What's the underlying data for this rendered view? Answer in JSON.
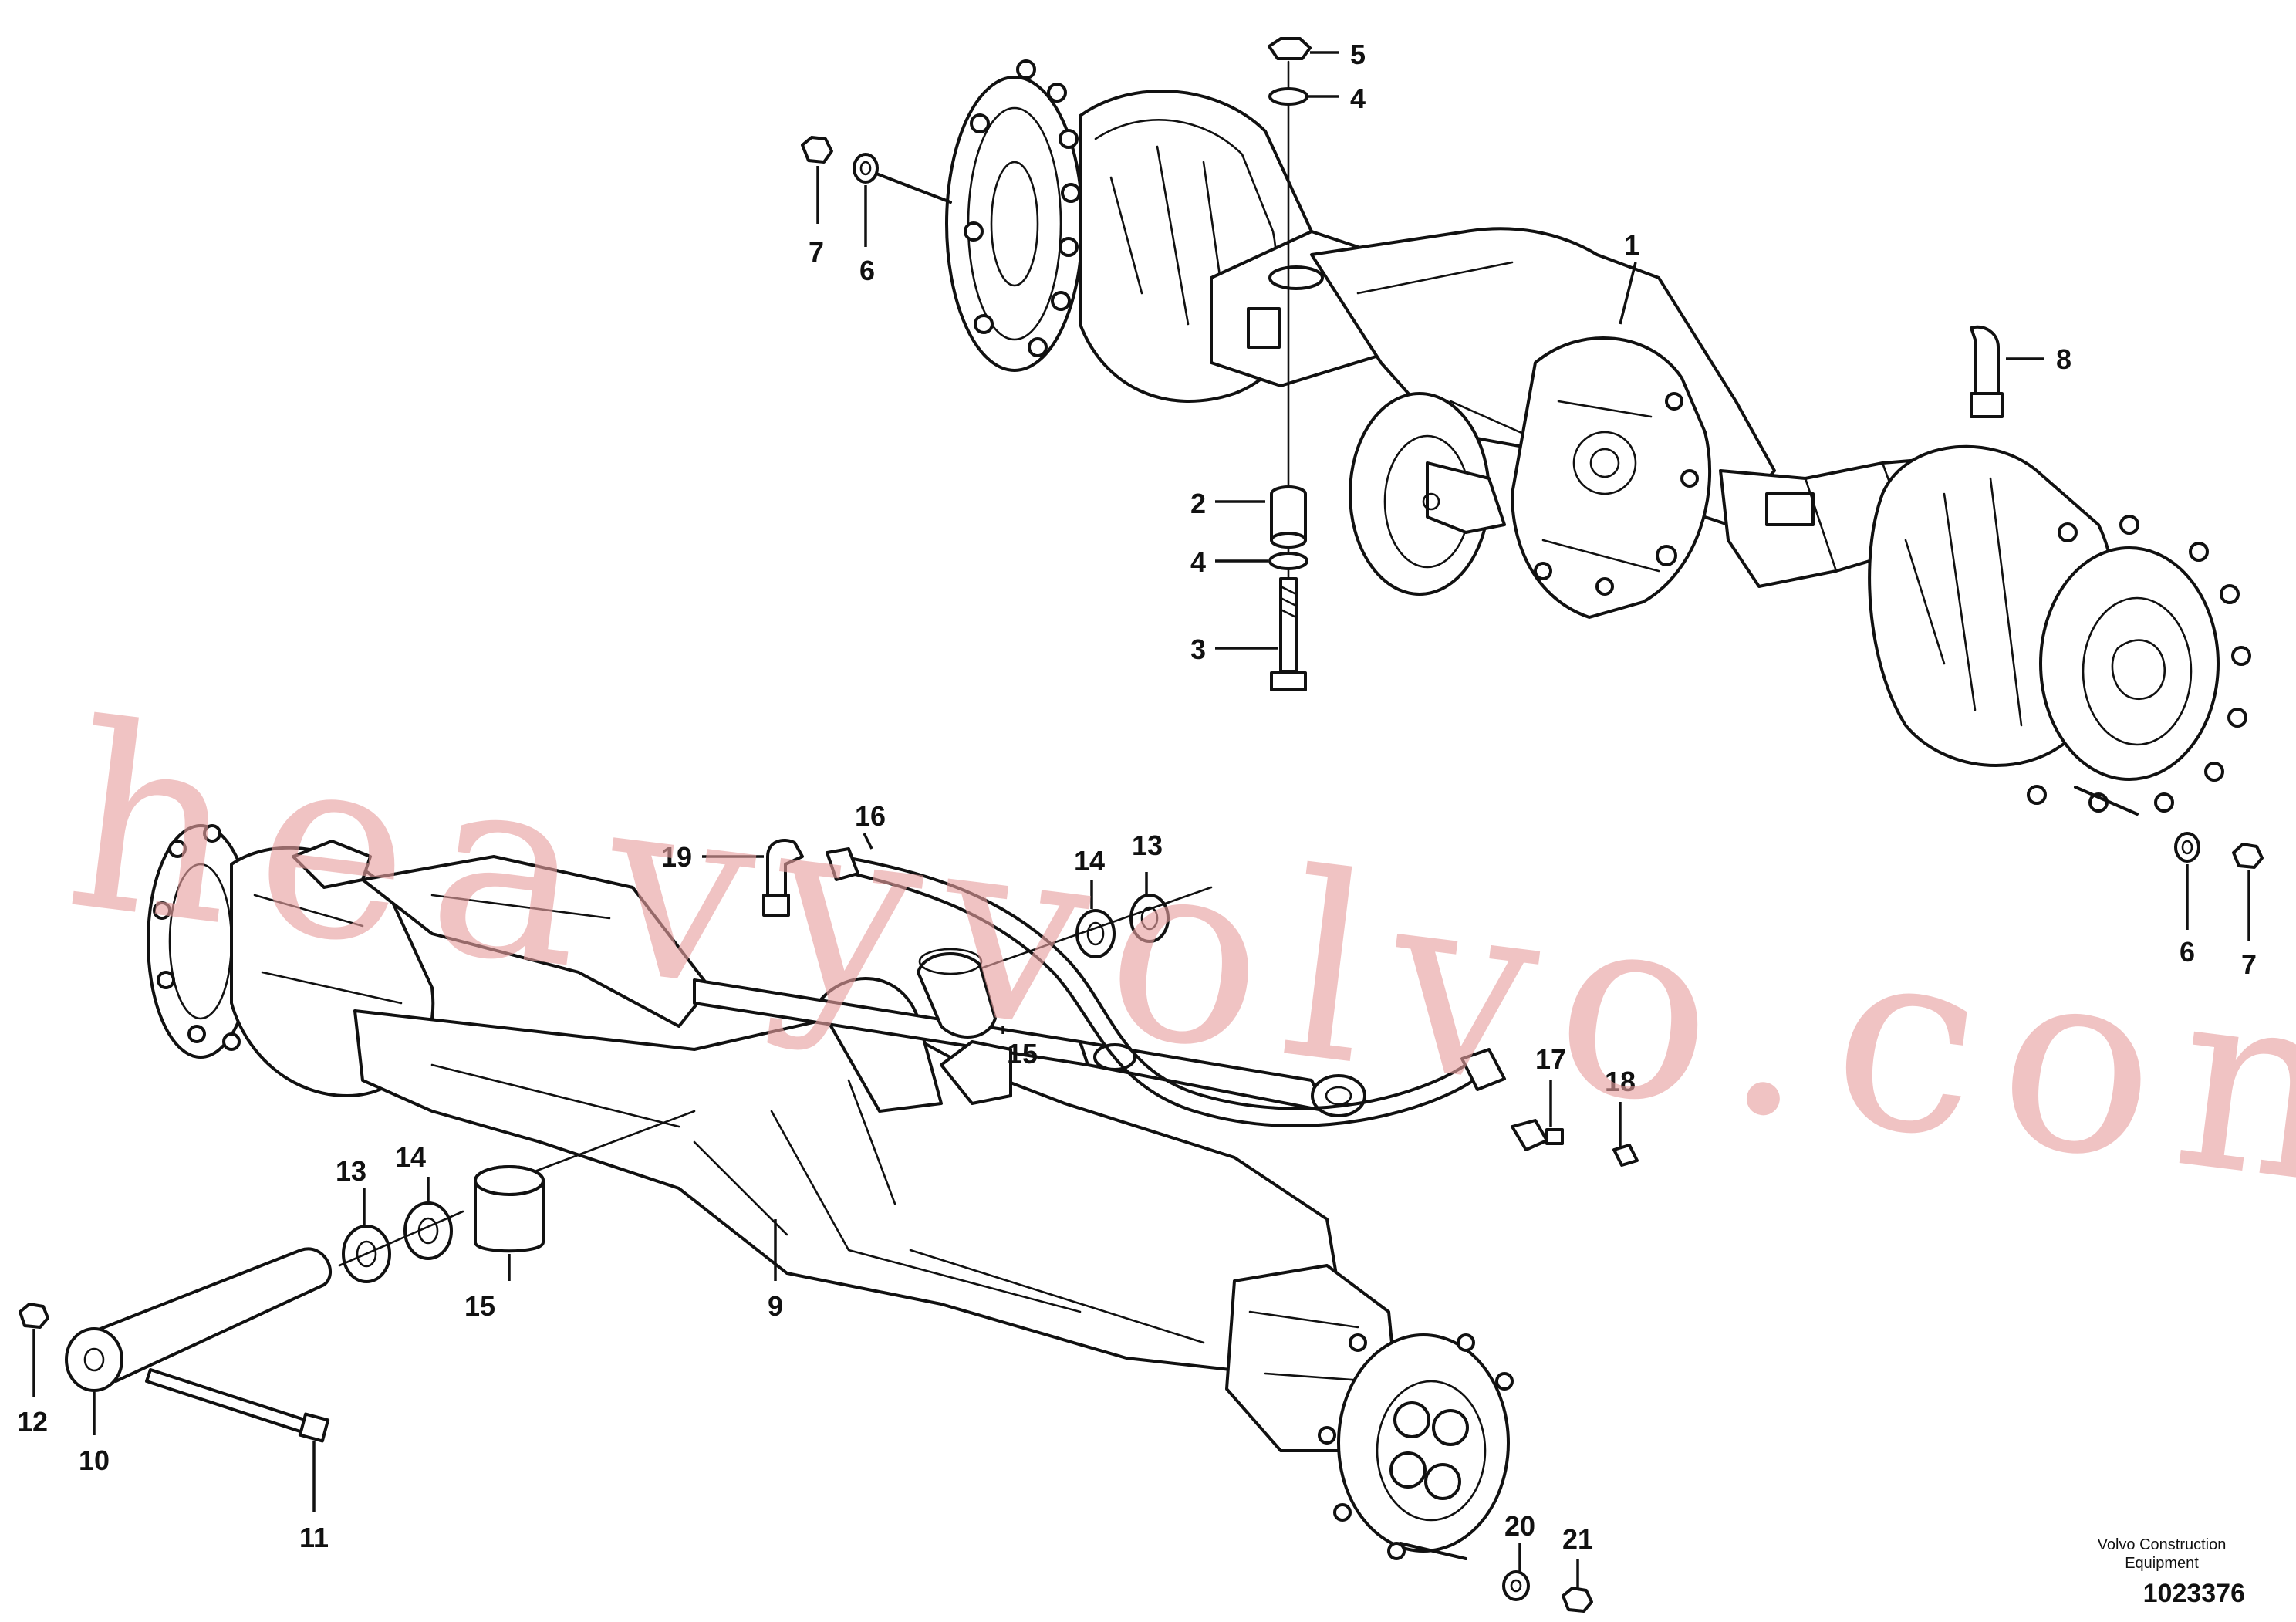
{
  "watermark": "heavyvolvo.com",
  "brand": {
    "line1": "Volvo Construction",
    "line2": "Equipment"
  },
  "document_number": "1023376",
  "callouts": {
    "c1": "1",
    "c2": "2",
    "c3": "3",
    "c4a": "4",
    "c4b": "4",
    "c5": "5",
    "c6a": "6",
    "c6b": "6",
    "c7a": "7",
    "c7b": "7",
    "c8": "8",
    "c9": "9",
    "c10": "10",
    "c11": "11",
    "c12": "12",
    "c13a": "13",
    "c13b": "13",
    "c14a": "14",
    "c14b": "14",
    "c15a": "15",
    "c15b": "15",
    "c16": "16",
    "c17": "17",
    "c18": "18",
    "c19": "19",
    "c20": "20",
    "c21": "21"
  }
}
